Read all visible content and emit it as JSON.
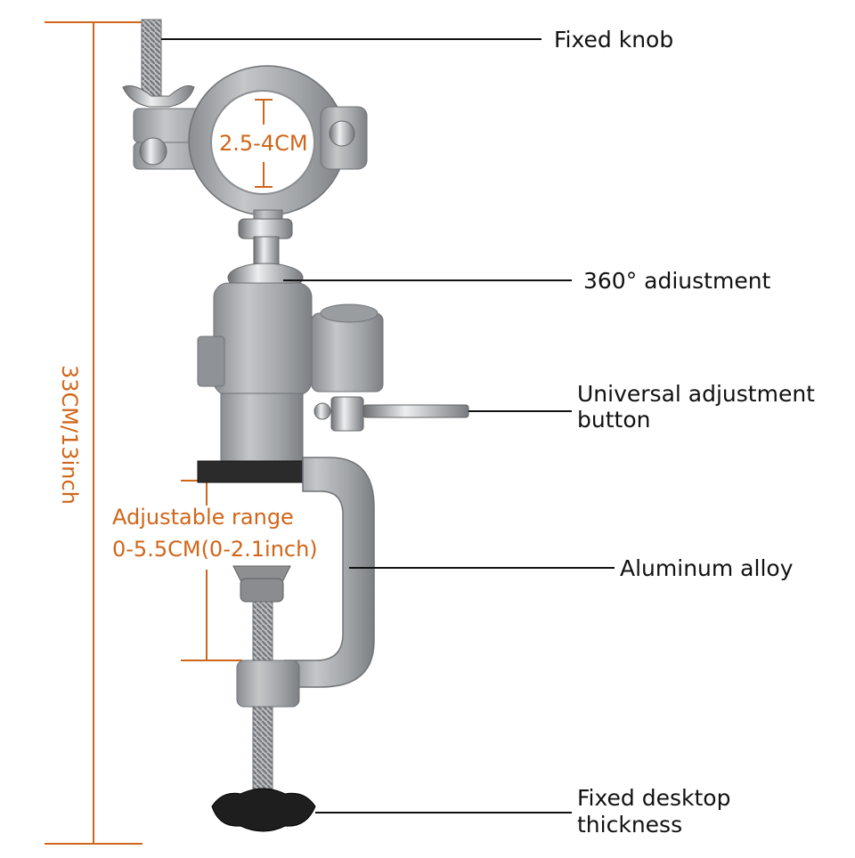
{
  "labels": {
    "fixed_knob": "Fixed knob",
    "adjustment_360": "360° adiustment",
    "universal_line1": "Universal adjustment",
    "universal_line2": "button",
    "aluminum": "Aluminum alloy",
    "desktop_line1": "Fixed desktop",
    "desktop_line2": "thickness"
  },
  "dimensions": {
    "clamp_range": "2.5-4CM",
    "height": "33CM/13inch",
    "adjust_line1": "Adjustable range",
    "adjust_line2": "0-5.5CM(0-2.1inch)"
  },
  "colors": {
    "accent": "#d0661a",
    "body_gray": "#a6a8aa",
    "dark_gray": "#7d8084",
    "rubber": "#2b2b2b"
  }
}
